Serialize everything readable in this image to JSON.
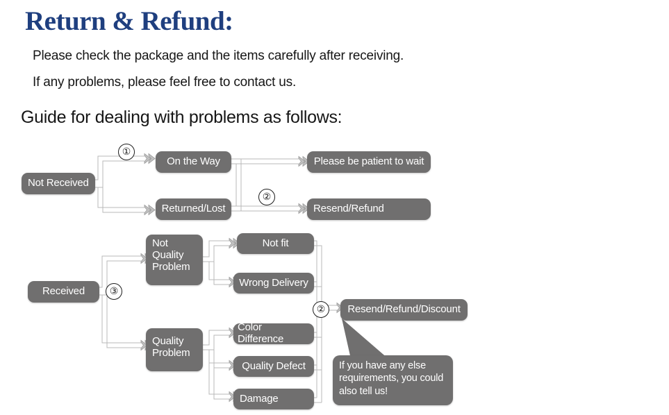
{
  "header": {
    "title": "Return & Refund:",
    "intro_line_1": "Please check the package and the items carefully after receiving.",
    "intro_line_2": "If any problems, please feel free to contact us.",
    "guide_heading": "Guide for dealing with problems as follows:"
  },
  "colors": {
    "title": "#1F3F7F",
    "node_fill": "#706F6F",
    "node_text": "#FFFFFF",
    "connector": "#B9B9B9",
    "background": "#FFFFFF",
    "body_text": "#161616"
  },
  "flow": {
    "not_received": {
      "label": "Not Received",
      "marker": "①",
      "branches": [
        {
          "label": "On the Way",
          "outcome": "Please be patient to wait"
        },
        {
          "label": "Returned/Lost",
          "outcome": "Resend/Refund"
        }
      ],
      "outcome_marker": "②"
    },
    "received": {
      "label": "Received",
      "marker": "③",
      "categories": [
        {
          "label": "Not\nQuality\nProblem",
          "label_lines": [
            "Not",
            "Quality",
            "Problem"
          ],
          "reasons": [
            "Not fit",
            "Wrong Delivery"
          ]
        },
        {
          "label": "Quality\nProblem",
          "label_lines": [
            "Quality",
            "Problem"
          ],
          "reasons": [
            "Color Difference",
            "Quality Defect",
            "Damage"
          ]
        }
      ],
      "outcome": "Resend/Refund/Discount",
      "outcome_marker": "②"
    },
    "callout": {
      "line_1": "If you have any else",
      "line_2": "requirements, you could",
      "line_3": "also tell us!"
    }
  }
}
